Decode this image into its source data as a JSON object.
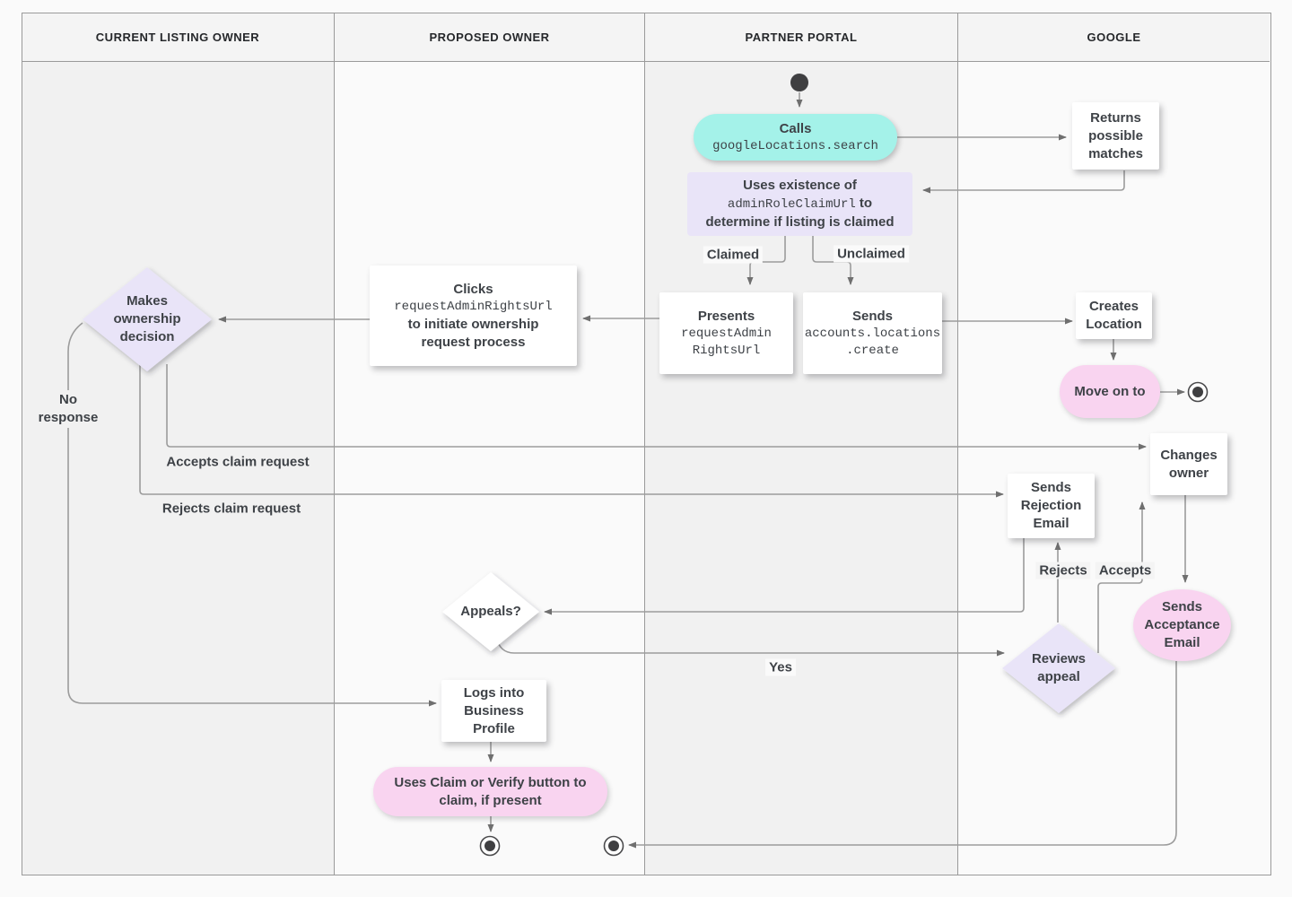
{
  "lanes": [
    {
      "label": "CURRENT LISTING OWNER"
    },
    {
      "label": "PROPOSED OWNER"
    },
    {
      "label": "PARTNER PORTAL"
    },
    {
      "label": "GOOGLE"
    }
  ],
  "nodes": {
    "calls": {
      "title": "Calls",
      "code": "googleLocations.search"
    },
    "returns_matches": {
      "label": "Returns possible matches"
    },
    "uses_existence": {
      "line1": "Uses existence of",
      "code": "adminRoleClaimUrl",
      "after_code": " to",
      "line3": "determine if listing is claimed"
    },
    "presents": {
      "title": "Presents",
      "code_line1": "requestAdmin",
      "code_line2": "RightsUrl"
    },
    "sends_create": {
      "title": "Sends",
      "code_line1": "accounts.locations",
      "code_line2": ".create"
    },
    "clicks": {
      "title": "Clicks",
      "code": "requestAdminRightsUrl",
      "after": "to initiate ownership request process"
    },
    "makes_decision": {
      "label": "Makes ownership decision"
    },
    "creates_location": {
      "label": "Creates Location"
    },
    "move_on": {
      "label": "Move on to"
    },
    "changes_owner": {
      "label": "Changes owner"
    },
    "sends_rejection": {
      "label": "Sends Rejection Email"
    },
    "appeals": {
      "label": "Appeals?"
    },
    "reviews_appeal": {
      "label": "Reviews appeal"
    },
    "sends_acceptance": {
      "label": "Sends Acceptance Email"
    },
    "logs_into": {
      "label": "Logs into Business Profile"
    },
    "uses_claim": {
      "label": "Uses Claim or Verify button to claim, if present"
    }
  },
  "edge_labels": {
    "claimed": "Claimed",
    "unclaimed": "Unclaimed",
    "no_response": "No response",
    "accepts_claim": "Accepts claim request",
    "rejects_claim": "Rejects claim request",
    "yes": "Yes",
    "rejects": "Rejects",
    "accepts": "Accepts"
  },
  "colors": {
    "teal": "#A4F2E9",
    "lavender": "#E9E4F8",
    "pink": "#F9D4F0",
    "line": "#9C9C9C",
    "arrow": "#6F6F6F",
    "text": "#3E4247",
    "lane_gray": "#F1F1F1",
    "lane_light": "#FAFAFA",
    "header_bg": "#F4F4F4",
    "border": "#9A9A9A",
    "terminal": "#3F3F41"
  }
}
